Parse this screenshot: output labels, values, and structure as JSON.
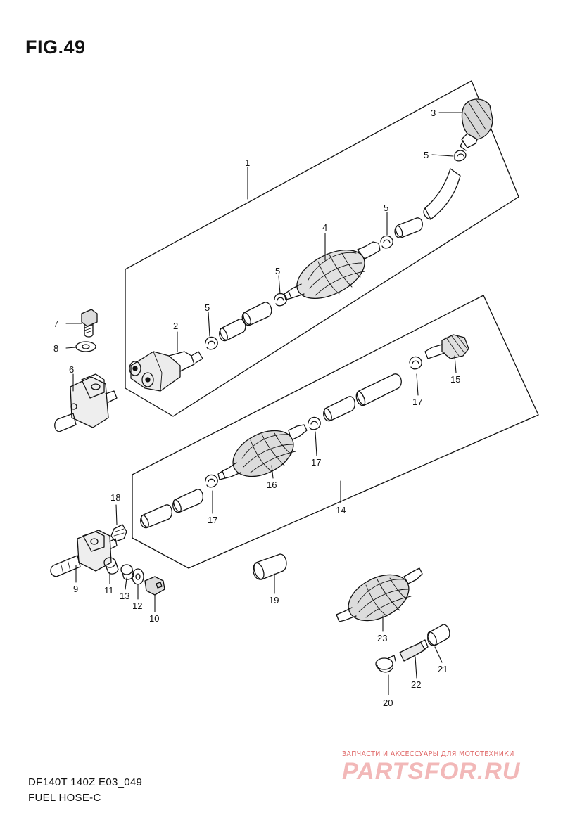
{
  "figure": {
    "title": "FIG.49",
    "code": "DF140T 140Z E03_049",
    "name": "FUEL HOSE-C"
  },
  "callouts": [
    "1",
    "2",
    "3",
    "4",
    "5",
    "5",
    "5",
    "5",
    "6",
    "7",
    "8",
    "9",
    "10",
    "11",
    "12",
    "13",
    "14",
    "15",
    "16",
    "17",
    "17",
    "17",
    "18",
    "19",
    "20",
    "21",
    "22",
    "23"
  ],
  "watermark": {
    "tagline": "ЗАПЧАСТИ И АКСЕССУАРЫ ДЛЯ МОТОТЕХНИКИ",
    "logo": "PARTSFOR.RU"
  }
}
